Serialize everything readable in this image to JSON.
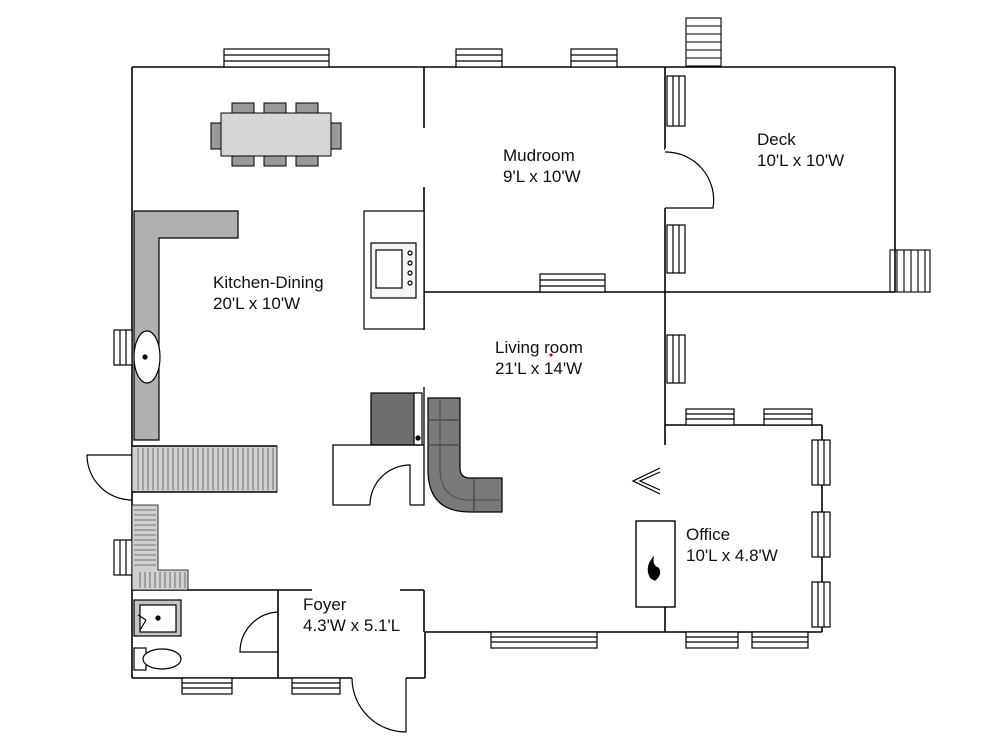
{
  "floor_plan": {
    "rooms": [
      {
        "id": "kitchen-dining",
        "name": "Kitchen-Dining",
        "size": "20'L x 10'W"
      },
      {
        "id": "mudroom",
        "name": "Mudroom",
        "size": "9'L x 10'W"
      },
      {
        "id": "deck",
        "name": "Deck",
        "size": "10'L x 10'W"
      },
      {
        "id": "living-room",
        "name": "Living room",
        "size": "21'L x 14'W"
      },
      {
        "id": "office",
        "name": "Office",
        "size": "10'L x 4.8'W"
      },
      {
        "id": "foyer",
        "name": "Foyer",
        "size": "4.3'W x 5.1'L"
      }
    ],
    "colors": {
      "wall": "#000000",
      "furniture_fill": "#b0b0b0",
      "sofa_fill": "#7a7a7a",
      "tv_fill": "#6e6e6e",
      "window_fill": "#ffffff",
      "background": "#ffffff"
    }
  }
}
